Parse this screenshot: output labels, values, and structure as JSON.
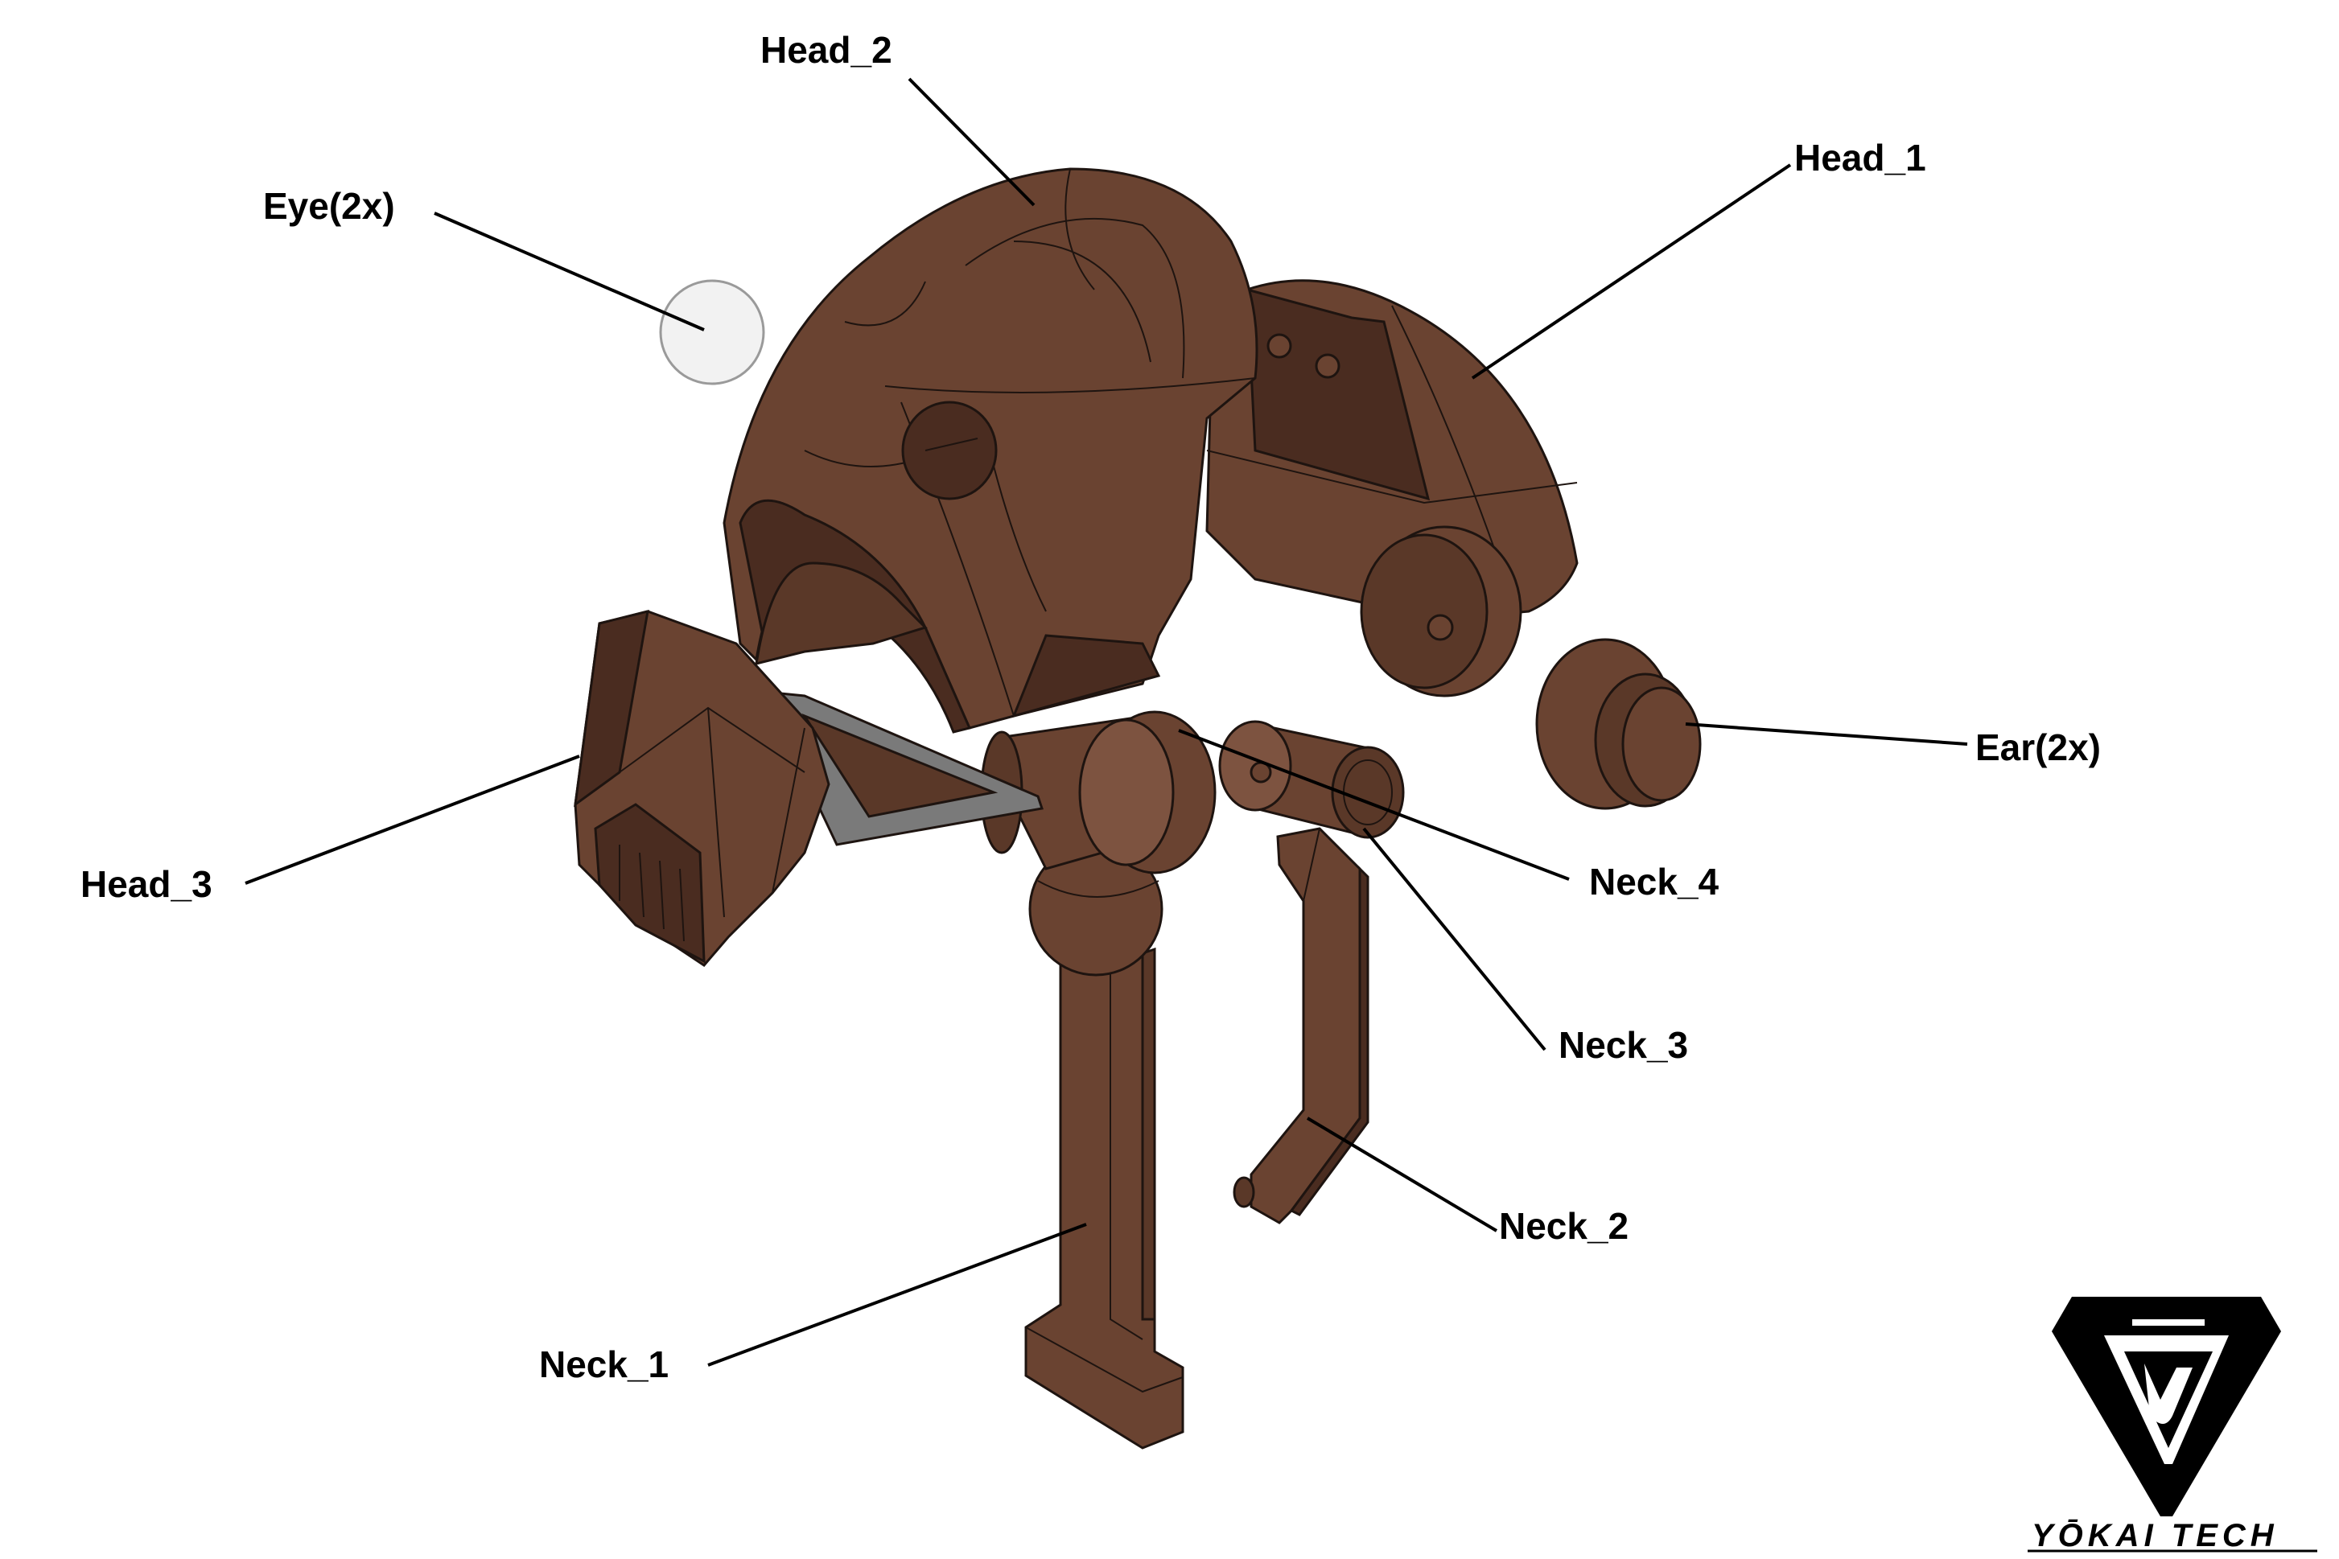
{
  "labels": {
    "head_2": "Head_2",
    "head_1": "Head_1",
    "eye": "Eye(2x)",
    "ear": "Ear(2x)",
    "head_3": "Head_3",
    "neck_4": "Neck_4",
    "neck_3": "Neck_3",
    "neck_2": "Neck_2",
    "neck_1": "Neck_1"
  },
  "brand": {
    "name": "YŌKAI TECH"
  },
  "colors": {
    "part_main": "#6a4331",
    "part_light": "#7d5340",
    "part_dark": "#4a2c20",
    "plate_grey": "#7a7a7a",
    "eye": "#f2f2f2",
    "background": "#ffffff"
  }
}
